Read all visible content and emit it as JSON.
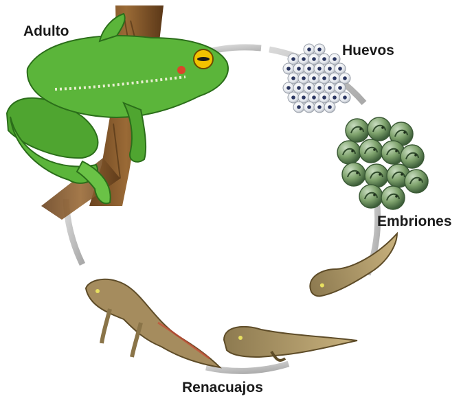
{
  "labels": {
    "adult": "Adulto",
    "eggs": "Huevos",
    "embryos": "Embriones",
    "tadpoles": "Renacuajos"
  },
  "colors": {
    "cycle_ring": "#c9c9c9",
    "frog_green": "#5bb53a",
    "frog_dark_green": "#2f7d1f",
    "bark": "#8a5a2b",
    "egg_white": "#eef0f3",
    "egg_nucleus": "#2a3560",
    "embryo_green": "#7aa36a",
    "tadpole_brown": "#a58c5e"
  },
  "icons": [
    "tree-frog-illustration",
    "egg-cluster-illustration",
    "embryo-cluster-illustration",
    "tadpole-illustration",
    "froglet-illustration"
  ]
}
